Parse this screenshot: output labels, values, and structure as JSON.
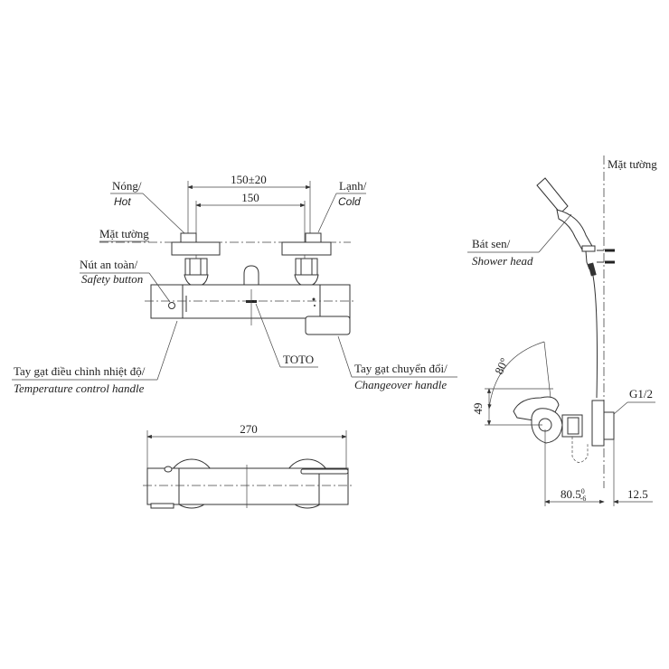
{
  "front_view": {
    "hot_vi": "Nóng/",
    "hot_en": "Hot",
    "cold_vi": "Lạnh/",
    "cold_en": "Cold",
    "wall_surface": "Mặt tường",
    "dim_outer": "150±20",
    "dim_inner": "150",
    "safety_vi": "Nút an toàn/",
    "safety_en": "Safety button",
    "temp_vi": "Tay gạt điều chỉnh nhiệt độ/",
    "temp_en": "Temperature control handle",
    "brand": "TOTO",
    "changeover_vi": "Tay gạt chuyển đổi/",
    "changeover_en": "Changeover handle"
  },
  "bottom_view": {
    "dim_length": "270"
  },
  "side_view": {
    "wall_surface": "Mặt tường",
    "shower_vi": "Bát sen/",
    "shower_en": "Shower head",
    "angle": "80°",
    "dim_height": "49",
    "thread": "G1/2",
    "dim_depth": "80.5",
    "dim_depth_tol_upper": "0",
    "dim_depth_tol_lower": "-6",
    "dim_pipe": "12.5"
  }
}
